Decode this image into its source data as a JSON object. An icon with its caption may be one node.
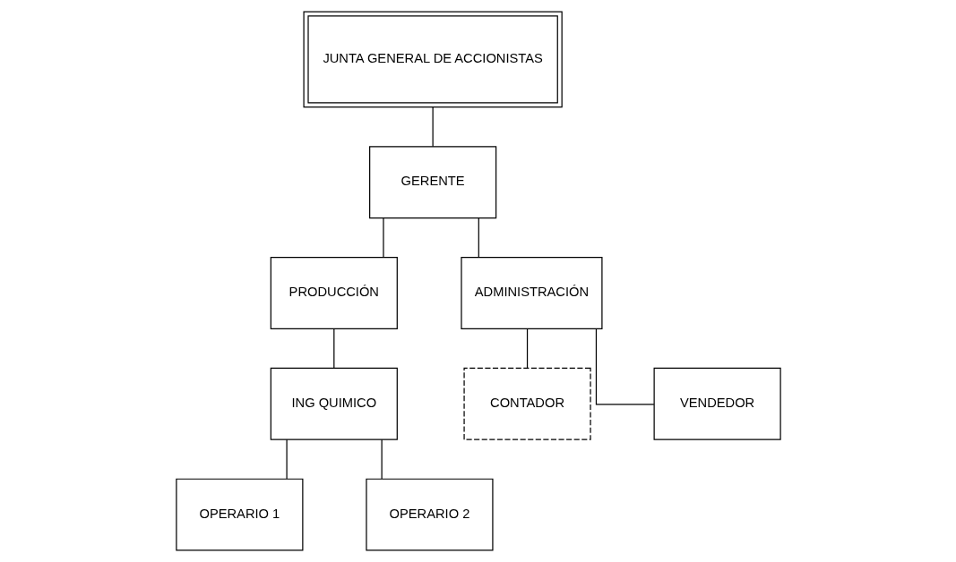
{
  "diagram": {
    "nodes": [
      {
        "text": [
          "JUNTA GENERAL DE ACCIONISTAS"
        ]
      },
      {
        "text": [
          "GERENTE"
        ]
      },
      {
        "text": [
          "PRODUCCIÓN"
        ]
      },
      {
        "text": [
          "ADMINISTRACIÓN"
        ]
      },
      {
        "text": [
          "ING QUIMICO"
        ]
      },
      {
        "text": [
          "OPERARIO 1"
        ]
      },
      {
        "text": [
          "OPERARIO 2"
        ]
      },
      {
        "text": [
          "CONTADOR"
        ]
      },
      {
        "text": [
          "VENDEDOR"
        ]
      }
    ],
    "edges": [
      {
        "from": 0,
        "to": 1,
        "arrow": "none"
      },
      {
        "from": 1,
        "to": 2,
        "arrow": "none"
      },
      {
        "from": 1,
        "to": 3,
        "arrow": "none"
      },
      {
        "from": 2,
        "to": 4,
        "arrow": "none"
      },
      {
        "from": 4,
        "to": 5,
        "arrow": "none"
      },
      {
        "from": 4,
        "to": 6,
        "arrow": "none"
      },
      {
        "from": 3,
        "to": 7,
        "arrow": "none"
      },
      {
        "from": 3,
        "to": 8,
        "arrow": "none"
      }
    ]
  }
}
